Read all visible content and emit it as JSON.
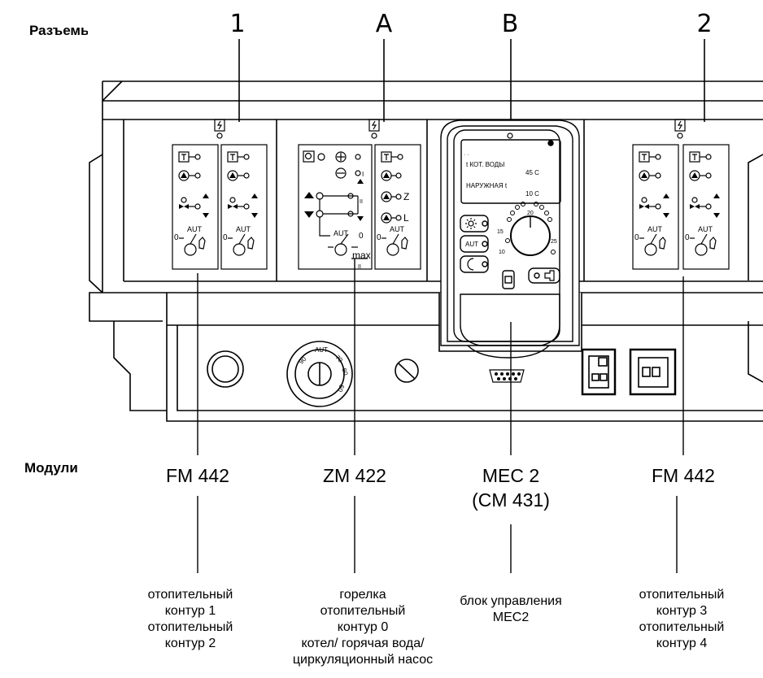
{
  "headers": {
    "connectors": "Разъемы",
    "modules": "Модули"
  },
  "slots": [
    "1",
    "A",
    "B",
    "2"
  ],
  "display": {
    "line1": "t КОТ. ВОДЫ",
    "value1": "45 C",
    "line2": "НАРУЖНАЯ t",
    "value2": "10 C",
    "dots": "· ·"
  },
  "module_labels": [
    "FM 442",
    "ZM 422",
    "MEC 2",
    "(CM 431)",
    "FM 442"
  ],
  "descriptions": {
    "fm442_left": [
      "отопительный",
      "контур 1",
      "отопительный",
      "контур 2"
    ],
    "zm422": [
      "горелка",
      "отопительный",
      "контур 0",
      "котел/ горячая вода/",
      "циркуляционный насос"
    ],
    "mec2": [
      "блок управления",
      "MEC2"
    ],
    "fm442_right": [
      "отопительный",
      "контур 3",
      "отопительный",
      "контур 4"
    ]
  },
  "panel_labels": {
    "aut": "AUT",
    "zero": "0",
    "z": "Z",
    "l": "L",
    "max": "max",
    "roman1": "I",
    "roman2": "II",
    "dial_aut": "AUT",
    "dial_90": "90",
    "dial_70": "70",
    "dial_60": "60",
    "dial_50": "50",
    "knob_20": "20",
    "knob_15": "15",
    "knob_25": "25",
    "knob_10": "10"
  },
  "icons": [
    "thermostat-icon",
    "pump-icon",
    "mixer-valve-icon",
    "hand-icon",
    "burner-icon",
    "hot-water-icon",
    "sun-icon",
    "moon-icon",
    "tap-icon",
    "fuse-icon"
  ]
}
